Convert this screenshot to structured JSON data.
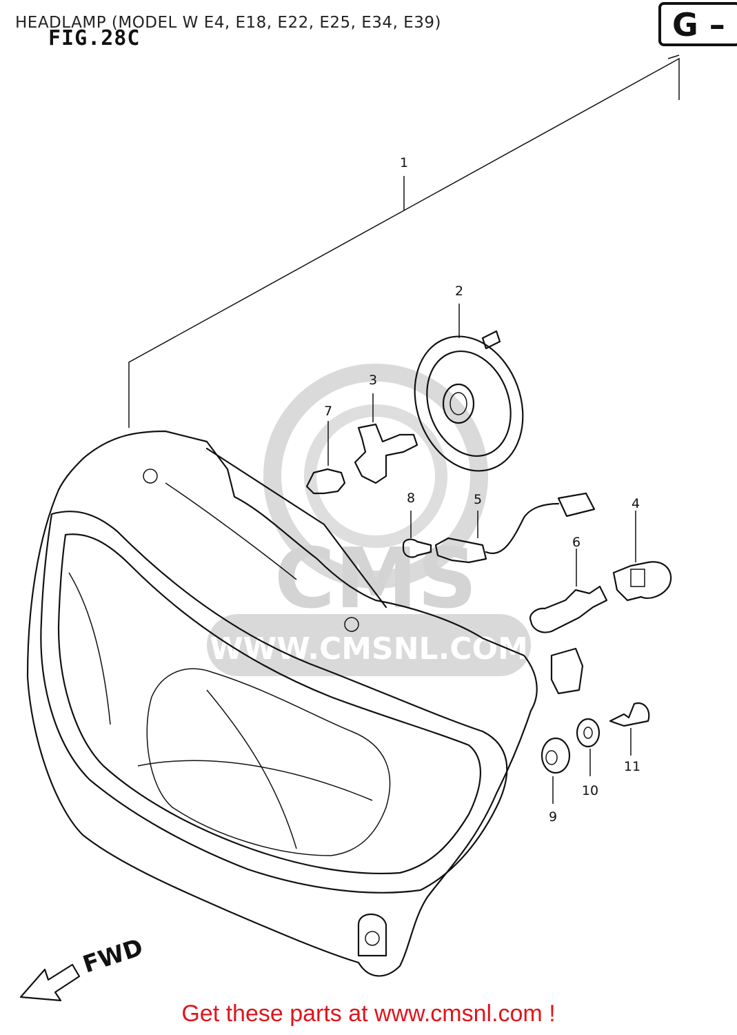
{
  "header": {
    "title": "HEADLAMP (MODEL W E4, E18, E22, E25, E34, E39)",
    "figure": "FIG.28C",
    "section_badge": "G –"
  },
  "callouts": [
    "1",
    "2",
    "3",
    "4",
    "5",
    "6",
    "7",
    "8",
    "9",
    "10",
    "11"
  ],
  "direction_label": "FWD",
  "watermark": {
    "brand": "CMS",
    "url": "WWW.CMSNL.COM"
  },
  "footer": {
    "cta": "Get these parts at www.cmsnl.com !"
  },
  "colors": {
    "footer_text": "#e0141c",
    "watermark": "#d9d9d9",
    "line": "#111111"
  }
}
